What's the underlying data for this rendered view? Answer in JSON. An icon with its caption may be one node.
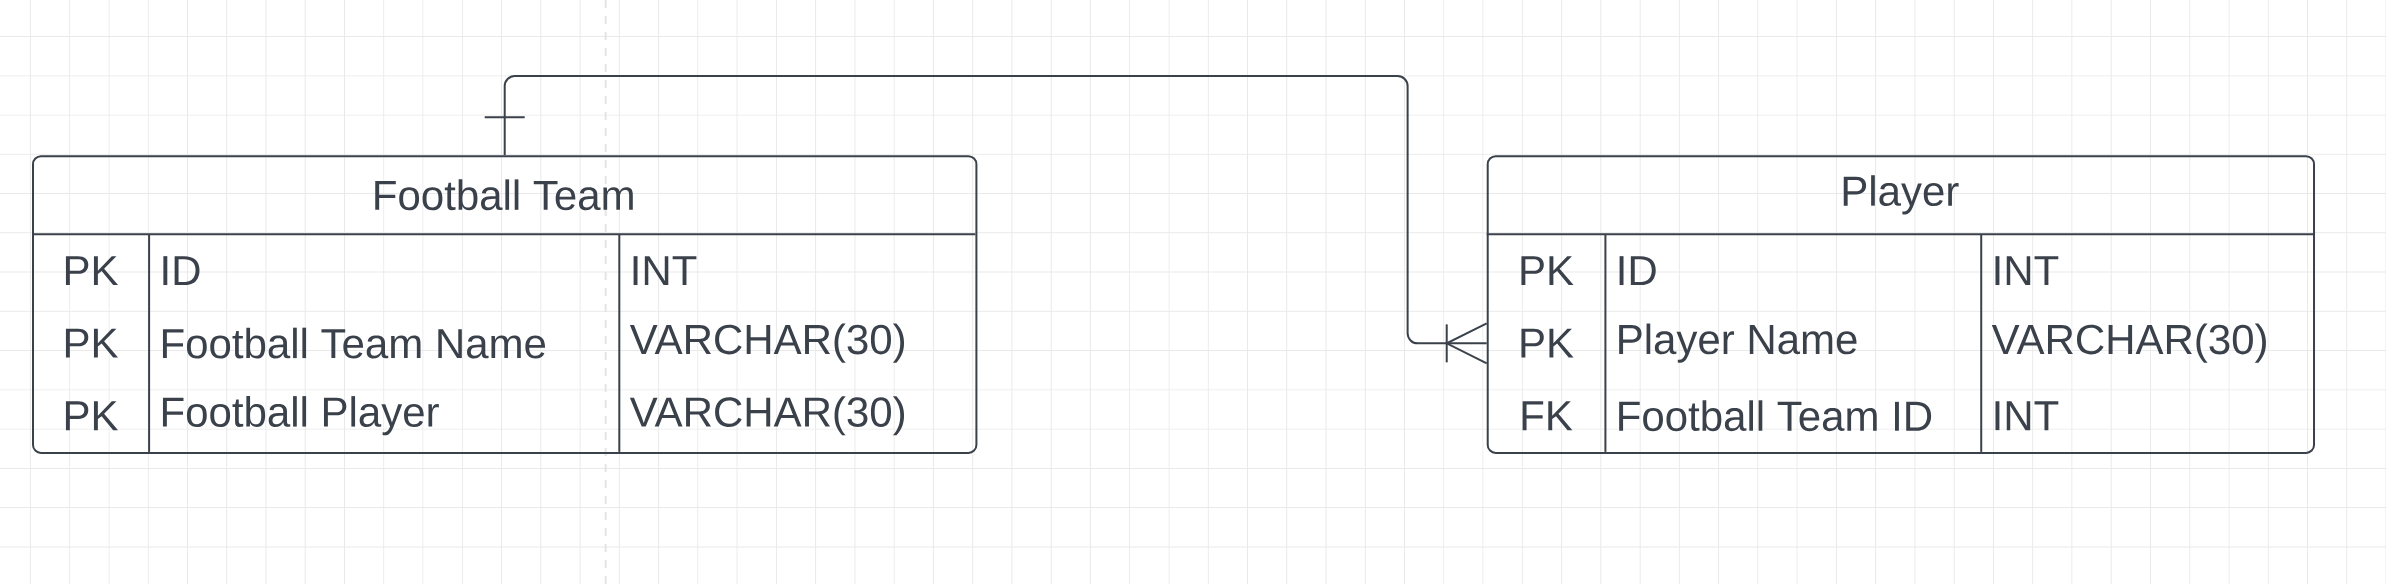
{
  "diagram": {
    "nodes": [
      {
        "text": [
          "Football Team"
        ]
      },
      {
        "text": [
          "PK",
          "ID",
          "INT"
        ],
        "in": 0
      },
      {
        "text": [
          "PK",
          "Football Team Name",
          "VARCHAR(30)"
        ],
        "in": 0
      },
      {
        "text": [
          "PK",
          "Football Player",
          "VARCHAR(30)"
        ],
        "in": 0
      },
      {
        "text": [
          "Player"
        ]
      },
      {
        "text": [
          "PK",
          "ID",
          "INT"
        ],
        "in": 4
      },
      {
        "text": [
          "PK",
          "Player Name",
          "VARCHAR(30)"
        ],
        "in": 4
      },
      {
        "text": [
          "FK",
          "Football Team ID",
          "INT"
        ],
        "in": 4
      }
    ],
    "edges": [
      {
        "from": 0,
        "to": 6,
        "arrow": "other"
      }
    ]
  }
}
